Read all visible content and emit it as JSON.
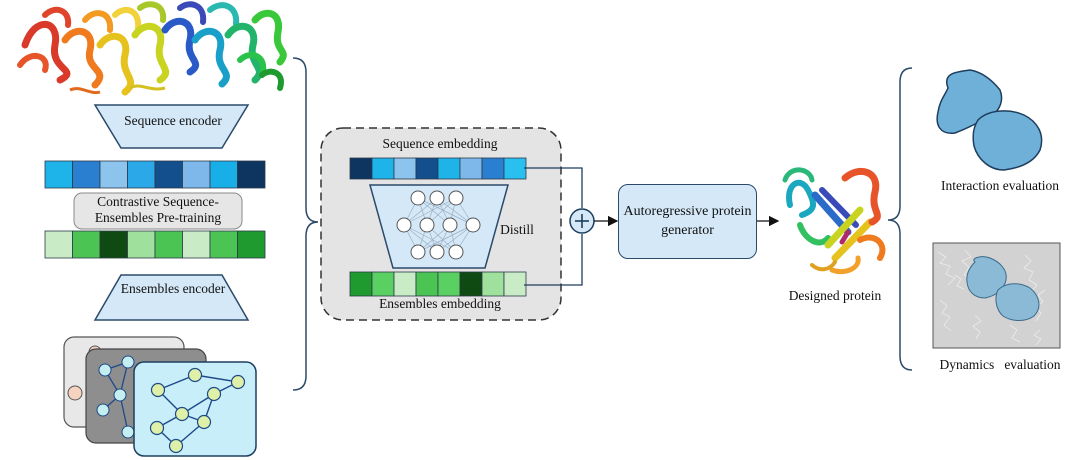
{
  "left": {
    "sequence_encoder": "Sequence encoder",
    "pretraining": "Contrastive Sequence-Ensembles Pre-training",
    "ensembles_encoder": "Ensembles encoder",
    "seq_colors": [
      "#1eb4ea",
      "#2a7fd0",
      "#8cc4ee",
      "#2aa8e8",
      "#124f8c",
      "#7eb8ea",
      "#18aee8",
      "#0d3560"
    ],
    "ens_colors": [
      "#c9ecc6",
      "#4cc454",
      "#0e4a12",
      "#9ee09c",
      "#4cc454",
      "#c9ecc6",
      "#4cc454",
      "#1e9a2e"
    ]
  },
  "center": {
    "sequence_embedding": "Sequence  embedding",
    "ensembles_embedding": "Ensembles  embedding",
    "distill": "Distill",
    "seq_colors": [
      "#0d3560",
      "#1eb4ea",
      "#8cc4ee",
      "#124f8c",
      "#1eb4ea",
      "#7eb8ea",
      "#2a7fd0",
      "#29c0f0"
    ],
    "ens_colors": [
      "#1e9a2e",
      "#5ad062",
      "#c9ecc6",
      "#4cc454",
      "#5ad062",
      "#0e4a12",
      "#9ee09c",
      "#c9ecc6"
    ]
  },
  "generator": {
    "label": "Autoregressive protein generator"
  },
  "designed_protein": "Designed protein",
  "right": {
    "interaction": "Interaction evaluation",
    "dynamics": "Dynamics   evaluation"
  },
  "colors": {
    "box_fill": "#d4e8f8",
    "box_stroke": "#2b4a6a",
    "dashed_panel": "#e4e4e4"
  }
}
